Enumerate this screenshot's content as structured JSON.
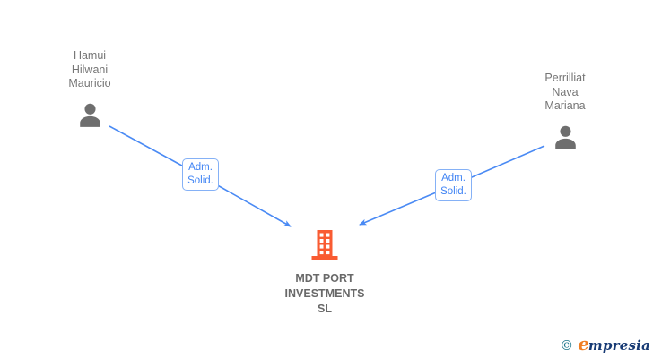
{
  "diagram": {
    "nodes": {
      "person_left": {
        "lines": [
          "Hamui",
          "Hilwani",
          "Mauricio"
        ]
      },
      "person_right": {
        "lines": [
          "Perrilliat",
          "Nava",
          "Mariana"
        ]
      },
      "company": {
        "lines": [
          "MDT PORT",
          "INVESTMENTS",
          "SL"
        ]
      }
    },
    "edges": {
      "left": {
        "label": [
          "Adm.",
          "Solid."
        ]
      },
      "right": {
        "label": [
          "Adm.",
          "Solid."
        ]
      }
    },
    "colors": {
      "edge_blue": "#4a8af4",
      "label_blue": "#4285f4",
      "label_border": "#85b1f6",
      "person_gray": "#6e6e6e",
      "name_gray": "#757575",
      "company_text_gray": "#696969",
      "building_orange": "#f95b32",
      "logo_copyright_teal": "#1b7489",
      "logo_lead_orange": "#ef7d23",
      "logo_tail_navy": "#173a74"
    }
  },
  "branding": {
    "copyright_symbol": "©",
    "logo_lead": "e",
    "logo_tail": "mpresia"
  }
}
